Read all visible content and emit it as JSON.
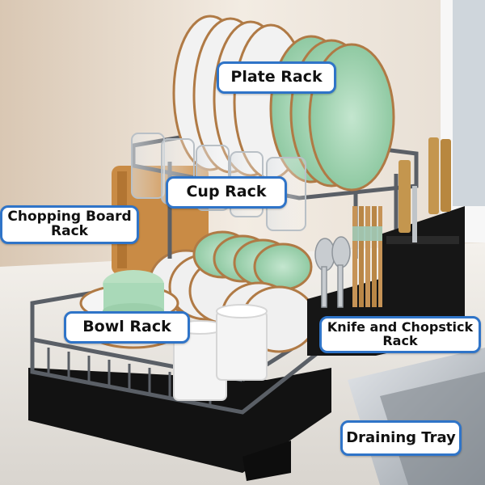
{
  "labels": {
    "plate_rack": "Plate Rack",
    "cup_rack": "Cup Rack",
    "chopping_board_rack": "Chopping Board\nRack",
    "bowl_rack": "Bowl Rack",
    "knife_chopstick_rack": "Knife and Chopstick\nRack",
    "draining_tray": "Draining Tray"
  },
  "colors": {
    "callout_border": "#2f74c8",
    "rack_metal": "#5a5f66",
    "plate_green": "#a9d9b8",
    "plate_white": "#eeeeee",
    "holder_black": "#161616",
    "wall": "#efe6da"
  }
}
